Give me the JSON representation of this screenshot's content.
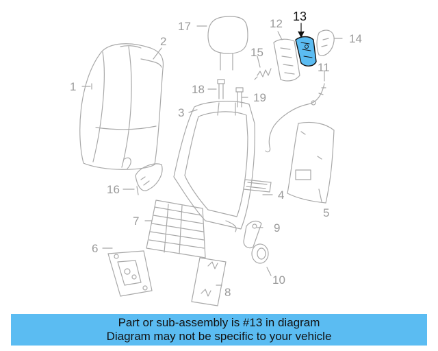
{
  "diagram": {
    "callouts": [
      "1",
      "2",
      "3",
      "4",
      "5",
      "6",
      "7",
      "8",
      "9",
      "10",
      "11",
      "12",
      "13",
      "14",
      "15",
      "16",
      "17",
      "18",
      "19"
    ],
    "highlighted_part": "13",
    "highlight_color": "#5bbcf2",
    "line_color": "#a8a8a8"
  },
  "banner": {
    "line1": "Part or sub-assembly is #13 in diagram",
    "line2": "Diagram may not be specific to your vehicle",
    "color": "#5bbcf2"
  }
}
